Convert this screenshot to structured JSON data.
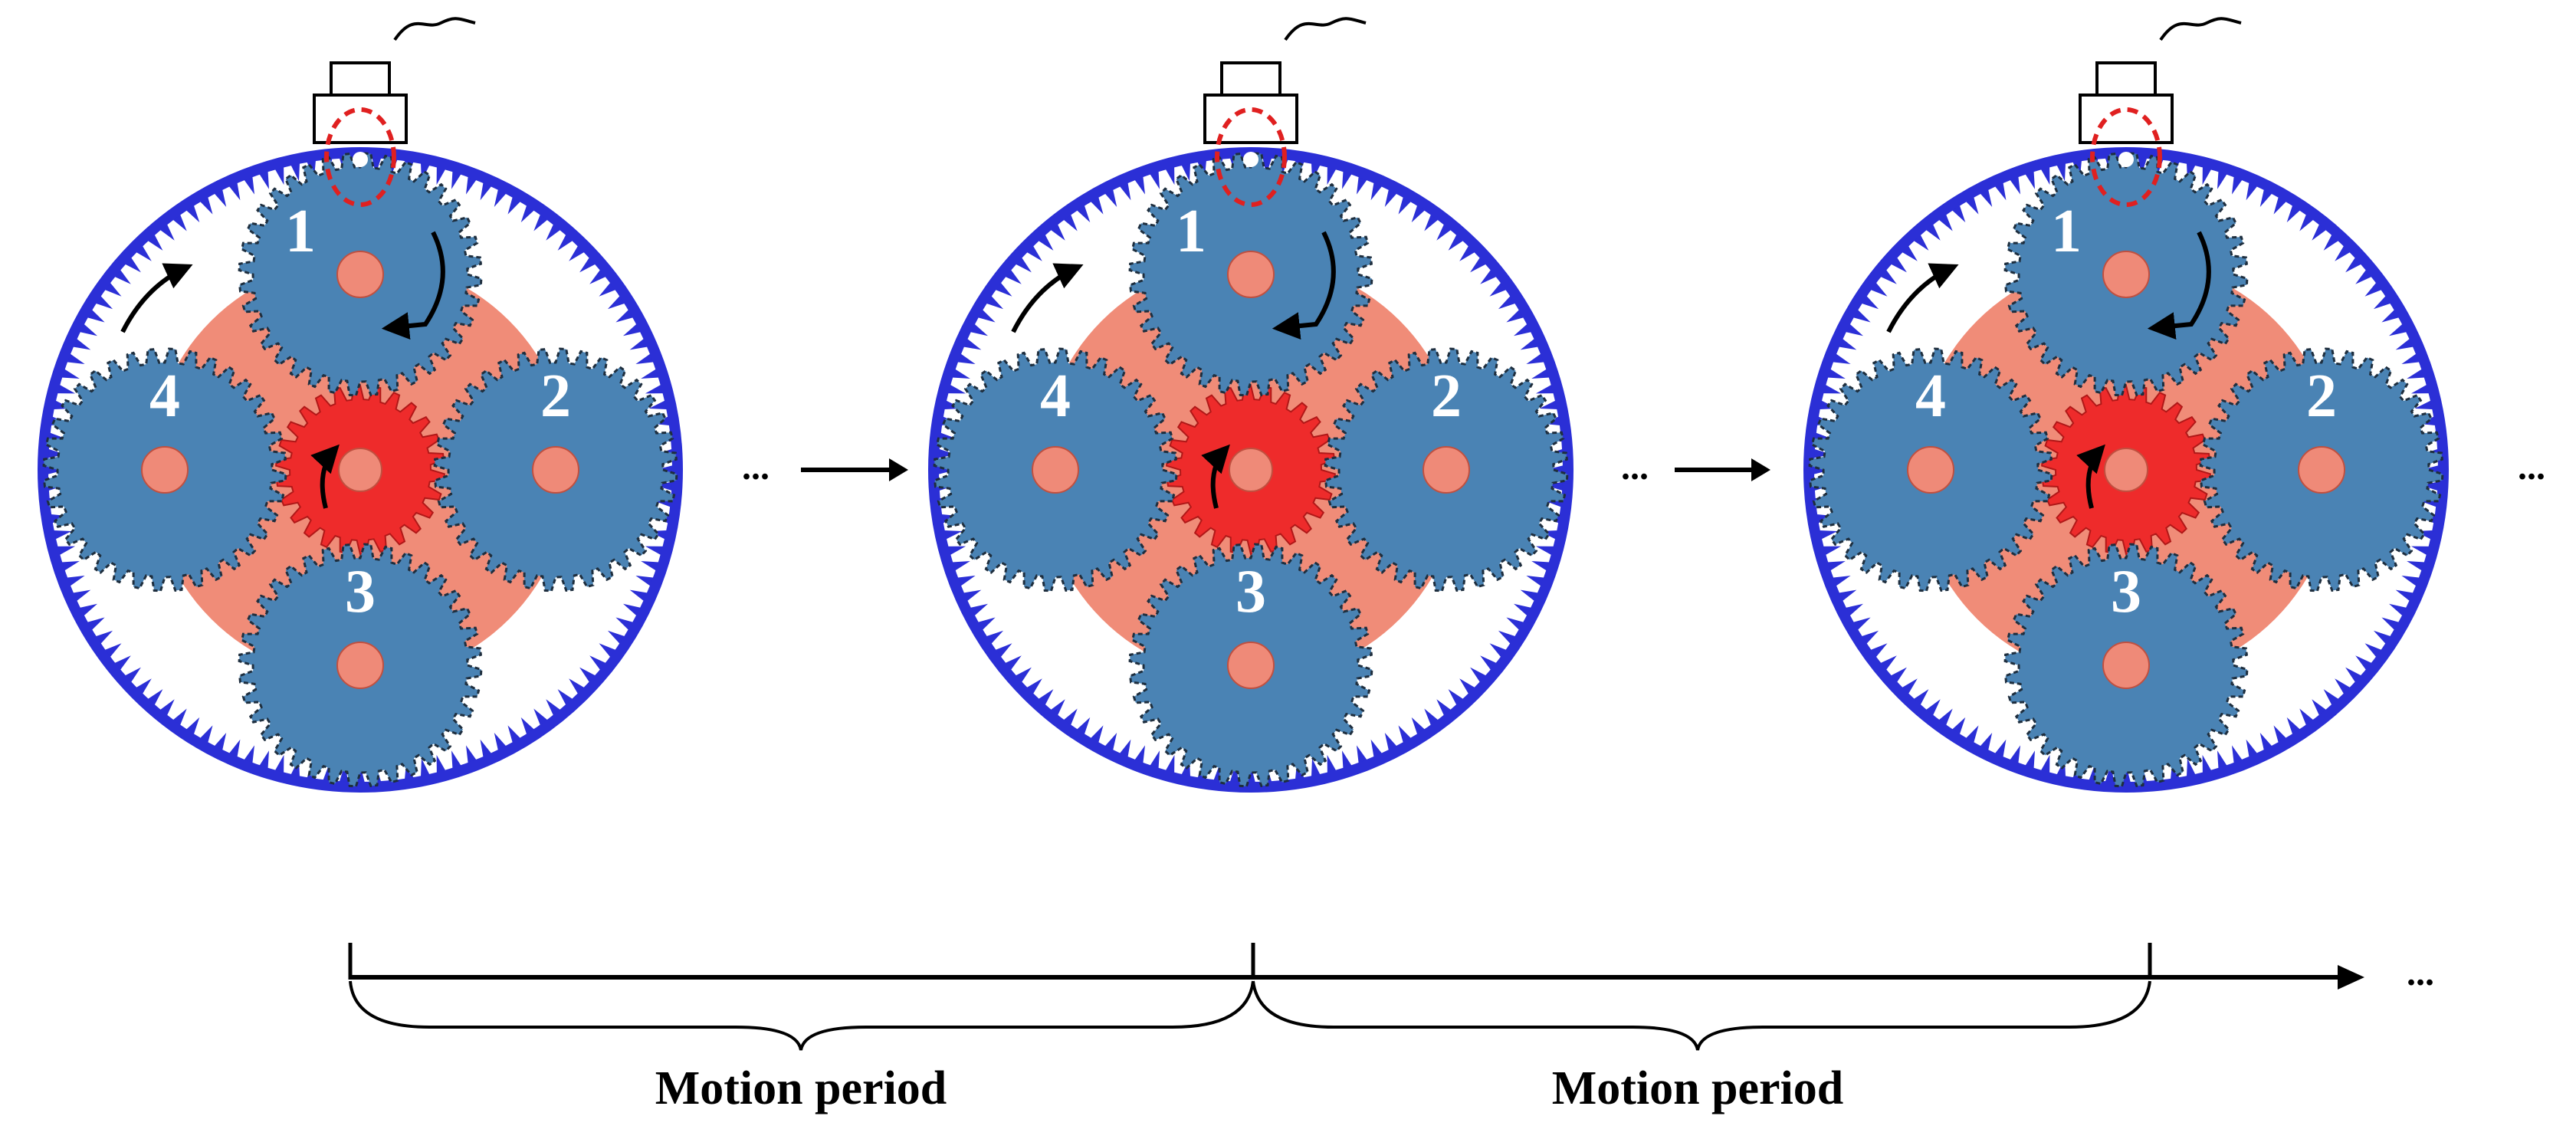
{
  "colors": {
    "ring_gear": "#2b2fd6",
    "carrier": "#f08c78",
    "planet_gear": "#4a83b4",
    "sun_gear": "#ee2b2b",
    "hub": "#ef8a78",
    "marker": "#e02020"
  },
  "planet_labels": [
    "1",
    "2",
    "3",
    "4"
  ],
  "continuation": "...",
  "timeline": {
    "period_label_1": "Motion period",
    "period_label_2": "Motion period",
    "end_label": "..."
  }
}
